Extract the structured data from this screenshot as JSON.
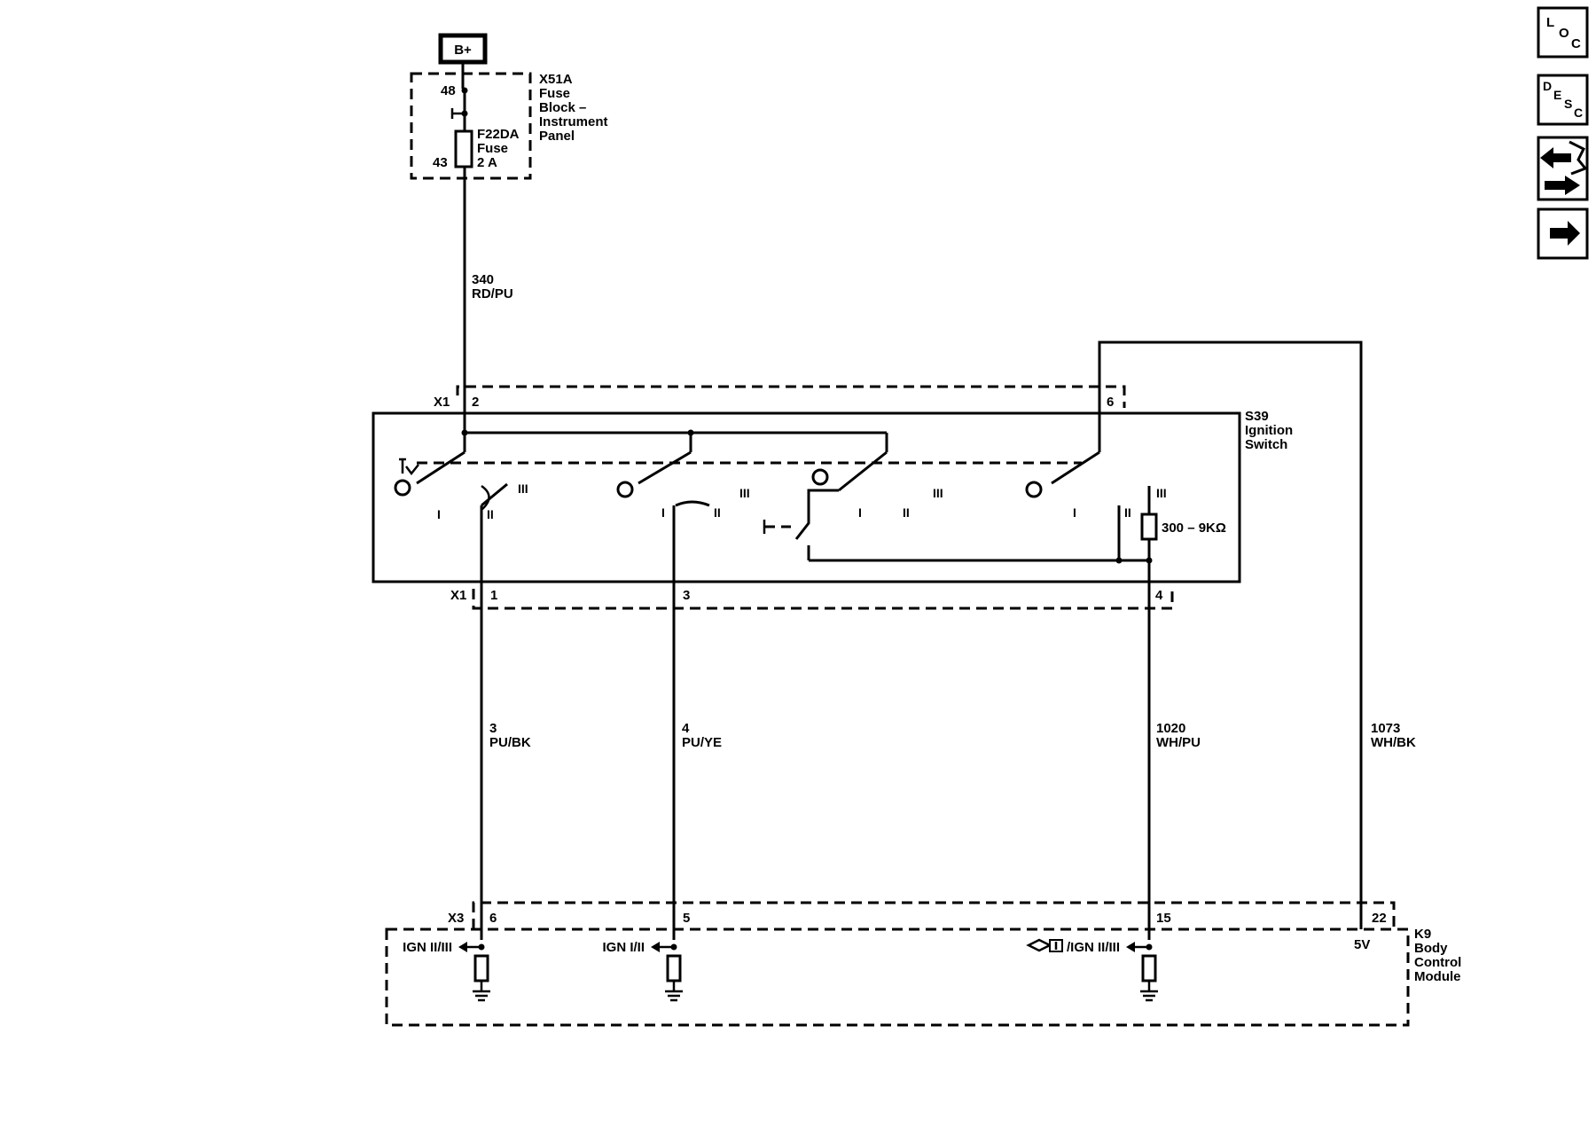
{
  "supply": {
    "label": "B+"
  },
  "fuse_block": {
    "name": "X51A",
    "desc": [
      "Fuse",
      "Block –",
      "Instrument",
      "Panel"
    ],
    "pin_in": "48",
    "pin_out": "43",
    "fuse_name": "F22DA",
    "fuse_word": "Fuse",
    "fuse_rating": "2 A"
  },
  "wires": {
    "w340": {
      "circuit": "340",
      "color": "RD/PU"
    },
    "w3": {
      "circuit": "3",
      "color": "PU/BK"
    },
    "w4": {
      "circuit": "4",
      "color": "PU/YE"
    },
    "w1020": {
      "circuit": "1020",
      "color": "WH/PU"
    },
    "w1073": {
      "circuit": "1073",
      "color": "WH/BK"
    }
  },
  "ignition_switch": {
    "name": "S39",
    "desc": [
      "Ignition",
      "Switch"
    ],
    "connector_top": "X1",
    "connector_bottom": "X1",
    "pins_top": [
      "2",
      "6"
    ],
    "pins_bottom": [
      "1",
      "3",
      "4"
    ],
    "positions": {
      "I": "I",
      "II": "II",
      "III": "III"
    },
    "resistor": "300 – 9KΩ"
  },
  "bcm": {
    "name": "K9",
    "desc": [
      "Body",
      "Control",
      "Module"
    ],
    "connector": "X3",
    "pins": [
      "6",
      "5",
      "15",
      "22"
    ],
    "inputs": [
      "IGN II/III",
      "IGN I/II",
      "/IGN II/III",
      "5V"
    ]
  },
  "nav": {
    "loc": [
      "L",
      "O",
      "C"
    ],
    "desc": [
      "D",
      "E",
      "S",
      "C"
    ],
    "icons": [
      "locate-connector-icon",
      "next-arrow-icon"
    ]
  }
}
